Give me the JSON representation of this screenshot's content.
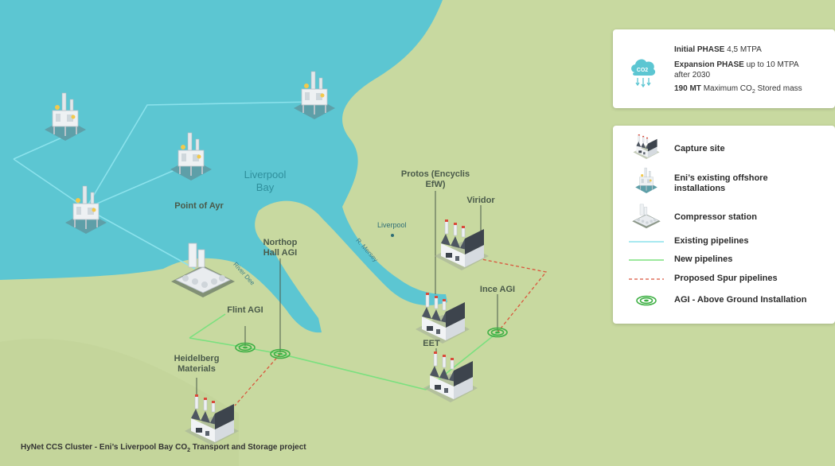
{
  "colors": {
    "land": "#c8d9a0",
    "sea": "#5cc6d2",
    "existing_pipeline": "#8be2ec",
    "new_pipeline": "#7be07f",
    "spur_pipeline": "#d9553c",
    "agi": "#3fb045"
  },
  "sea": {
    "name": "Liverpool Bay"
  },
  "rivers": {
    "dee": "River Dee",
    "mersey": "R. Mersey"
  },
  "towns": {
    "liverpool": "Liverpool"
  },
  "sites": {
    "point_of_ayr": "Point of Ayr",
    "northop_hall_agi": "Northop Hall AGI",
    "flint_agi": "Flint AGI",
    "heidelberg": "Heidelberg Materials",
    "protos": "Protos (Encyclis EfW)",
    "viridor": "Viridor",
    "ince_agi": "Ince AGI",
    "eet": "EET"
  },
  "stats": {
    "icon": "co2-cloud-icon",
    "co2_label": "CO2",
    "initial_label": "Initial PHASE",
    "initial_value": "4,5 MTPA",
    "expansion_label": "Expansion PHASE",
    "expansion_value": "up to 10 MTPA",
    "expansion_note": "after 2030",
    "max_value": "190 MT",
    "max_text_pre": "Maximum CO",
    "max_sub": "2",
    "max_text_post": " Stored mass"
  },
  "legend": [
    {
      "icon": "capture-site-icon",
      "label": "Capture site"
    },
    {
      "icon": "offshore-installation-icon",
      "label": "Eni’s existing offshore installations"
    },
    {
      "icon": "compressor-station-icon",
      "label": "Compressor station"
    },
    {
      "icon": "existing-pipeline-line",
      "label": "Existing pipelines"
    },
    {
      "icon": "new-pipeline-line",
      "label": "New pipelines"
    },
    {
      "icon": "spur-pipeline-line",
      "label": "Proposed Spur pipelines"
    },
    {
      "icon": "agi-icon",
      "label": "AGI - Above Ground Installation"
    }
  ],
  "caption": {
    "pre": "HyNet CCS Cluster - Eni’s Liverpool Bay CO",
    "sub": "2",
    "post": " Transport and Storage project"
  }
}
